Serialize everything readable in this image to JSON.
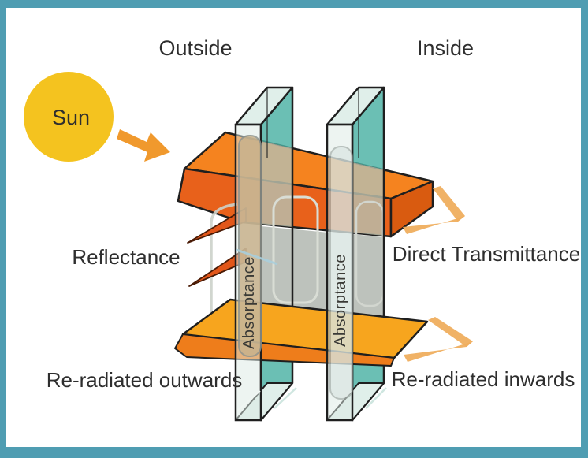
{
  "labels": {
    "outside": "Outside",
    "inside": "Inside",
    "sun": "Sun",
    "reflectance": "Reflectance",
    "direct_transmittance": "Direct Transmittance",
    "absorptance_outer_pane": "Absorptance",
    "absorptance_inner_pane": "Absorptance",
    "reradiated_outwards": "Re-radiated outwards",
    "reradiated_inwards": "Re-radiated inwards"
  },
  "colors": {
    "border": "#4F9DB2",
    "background": "#FFFFFF",
    "sun": "#F4C31F",
    "sun_arrow": "#F0992D",
    "beam_top": "#F5831F",
    "beam_front": "#E8611B",
    "beam_end": "#D95B10",
    "reflected_spike": "#E2571A",
    "reradiated_top": "#F7A51E",
    "reradiated_front": "#EE7D1B",
    "chevron": "#EFAE5E",
    "glass_teal": "#4BB1A4",
    "glass_light": "#E0EFEA",
    "glass_front": "#DCE9E4",
    "glass_over_beam": "#B9BCA9",
    "cavity_grey": "#BDC2BC",
    "absorb_tube_outer": "#C8B28D",
    "absorb_tube_inner": "#D7E2DF",
    "outline": "#1F1F1F",
    "label_text": "#2E2E2E"
  }
}
